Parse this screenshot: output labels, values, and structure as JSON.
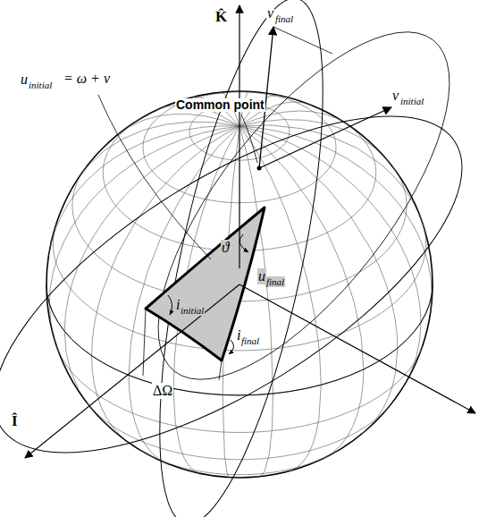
{
  "diagram": {
    "labels": [
      "K̂",
      "v",
      "final",
      "Common point",
      "v",
      "initial",
      "u",
      "initial",
      "= ω + ν",
      "ϑ",
      "u",
      "final",
      "i",
      "initial",
      "i",
      "final",
      "Î",
      "ΔΩ"
    ]
  }
}
